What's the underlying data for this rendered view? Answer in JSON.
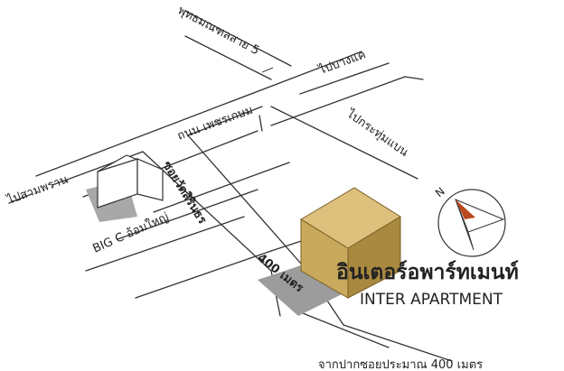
{
  "map": {
    "labels": {
      "road_phutthamonthon": "พุทธมณฑลสาย 5",
      "to_bangkhae": "ไปบางแค",
      "road_phetkasem": "ถนน เพชรเกษม",
      "to_krathumbaen": "ไปกระทุ่มแบน",
      "to_samphran": "ไปสามพราน",
      "soi_watsirinthorn": "ซอยวัดสิรินธร",
      "bigc": "BIG C อ้อมใหญ่",
      "distance": "400 เมตร",
      "building_th": "อินเตอร์อพาร์ทเมนท์",
      "building_en": "INTER APARTMENT",
      "footer_note": "จากปากซอยประมาณ 400 เมตร",
      "north": "N"
    },
    "colors": {
      "building_front": "#c9a95b",
      "building_side": "#a9883f",
      "building_top": "#dcc07c",
      "shadow": "#9c9c9c",
      "bigc_shadow": "#a8a8a8",
      "compass_accent": "#b84a1e"
    }
  }
}
